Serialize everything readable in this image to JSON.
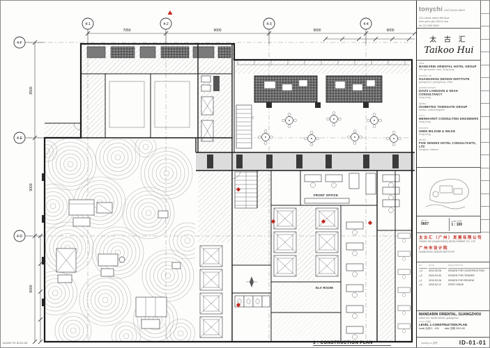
{
  "colors": {
    "accent_red": "#c0281e",
    "line": "#1a1a1a"
  },
  "grid": {
    "cols": [
      "4-1",
      "4-2",
      "4-3",
      "4-4"
    ],
    "rows": [
      "4-F",
      "4-E",
      "4-D"
    ],
    "top_dims": [
      "7050",
      "9000",
      "9000",
      "9000"
    ],
    "left_dims": [
      "8500",
      "9000",
      "9000"
    ]
  },
  "plan": {
    "rooms": {
      "front_office": "FRONT OFFICE",
      "elv_room": "ELV ROOM"
    },
    "caption_full": "1 : CONSTRUCTION PLAN",
    "align_note": "ALIGN TO ID-01-03"
  },
  "title_block": {
    "firm": "tonychi",
    "firm_suffix": "and associates",
    "address": [
      "121 varick street  5th floor",
      "new york city 10013 usa",
      "tel 212 965 8600",
      "fax 212 965 1204"
    ],
    "logo_cn": "太 古 汇",
    "logo_script": "Taikoo Hui",
    "consultants": [
      {
        "role": "client",
        "name": "MANDARIN ORIENTAL HOTEL GROUP",
        "line": "281 gloucester road, hong kong"
      },
      {
        "role": "architect / ldi",
        "name": "GUANGZHOU DESIGN INSTITUTE",
        "line": "guangzhou, guangdong, china"
      },
      {
        "role": "quantity surveyor",
        "name": "DAVIS LANGDON & SEAH CONSULTANCY",
        "line": "hong kong"
      },
      {
        "role": "lighting",
        "name": "ISOMETRIX TOWNGATE GROUP",
        "line": "london, united kingdom"
      },
      {
        "role": "m & e",
        "name": "MEINHARDT CONSULTING ENGINEERS",
        "line": "hong kong"
      },
      {
        "role": "acoustics",
        "name": "SHEN MILSOM & WILKE",
        "line": "hong kong"
      },
      {
        "role": "kitchen",
        "name": "FIVE SENSES HOTEL CONSULTANTS, LTD",
        "line": "bangkok, thailand"
      }
    ],
    "job_row": [
      {
        "k": "job no.",
        "v": "0607"
      },
      {
        "k": "scale 比例",
        "v": "1 : 100"
      }
    ],
    "stamps": [
      {
        "cn": "太古汇（广州）发展有限公司",
        "en": "TAIKOO HUI (GUANGZHOU) DEVELOPMENT CO., LTD."
      },
      {
        "cn": "广州市设计院",
        "en": "GUANGZHOU DESIGN INSTITUTE"
      }
    ],
    "revisions_header": {
      "no": "no",
      "date": "date",
      "desc": "description"
    },
    "revisions": [
      {
        "no": "△3",
        "date": "2010.05.28",
        "desc": "ISSUED FOR CONSTRUCTION"
      },
      {
        "no": "△2",
        "date": "2010.04.30",
        "desc": "ISSUED FOR TENDER"
      },
      {
        "no": "△1",
        "date": "2010.03.26",
        "desc": "ISSUED FOR REVIEW"
      },
      {
        "no": "△0",
        "date": "2010.02.12",
        "desc": "FIRST ISSUE"
      }
    ],
    "project_name": "MANDARIN ORIENTAL, GUANGZHOU",
    "project_addr": "taikoo hui, tianhe district, guangzhou",
    "title_label": "drawing 图名",
    "drawing_title": "LEVEL 1 CONSTRUCTION PLAN",
    "scale_kv": "scale 比例  1 : 100",
    "date_kv": "date 日期  2010.06",
    "number_label": "drawing no. 图号",
    "number": "ID-01-01"
  }
}
